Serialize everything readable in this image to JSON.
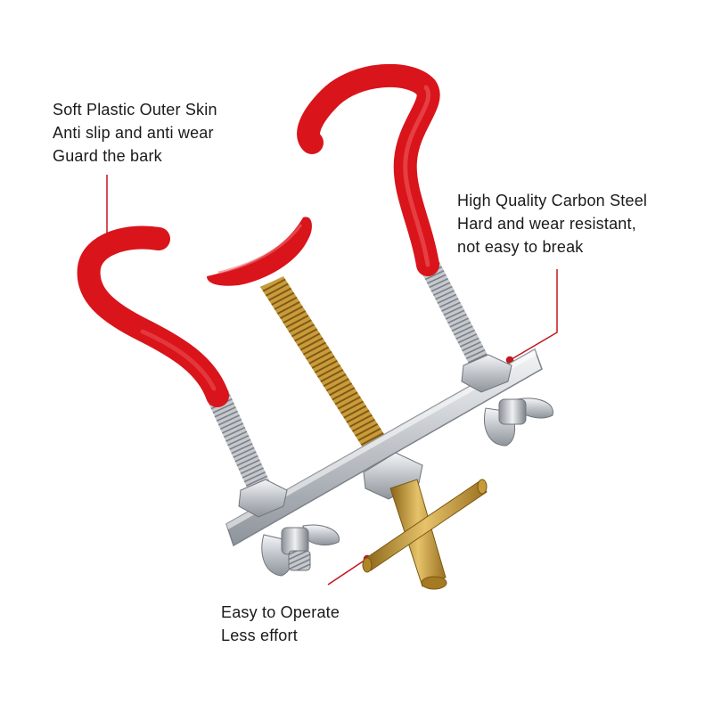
{
  "image": {
    "subject": "tree branch bending clamp tool",
    "background_color": "#ffffff",
    "accent_color": "#d9141b"
  },
  "callouts": {
    "skin": {
      "line1": "Soft Plastic Outer Skin",
      "line2": "Anti slip and anti wear",
      "line3": "Guard the bark"
    },
    "steel": {
      "line1": "High Quality Carbon Steel",
      "line2": "Hard and wear resistant,",
      "line3": "not easy to break"
    },
    "operate": {
      "line1": "Easy to Operate",
      "line2": "Less effort"
    }
  },
  "colors": {
    "hook_red": "#d9141b",
    "brass": "#c79a3a",
    "steel": "#c9ccd1",
    "leader_line": "#c0181e"
  }
}
